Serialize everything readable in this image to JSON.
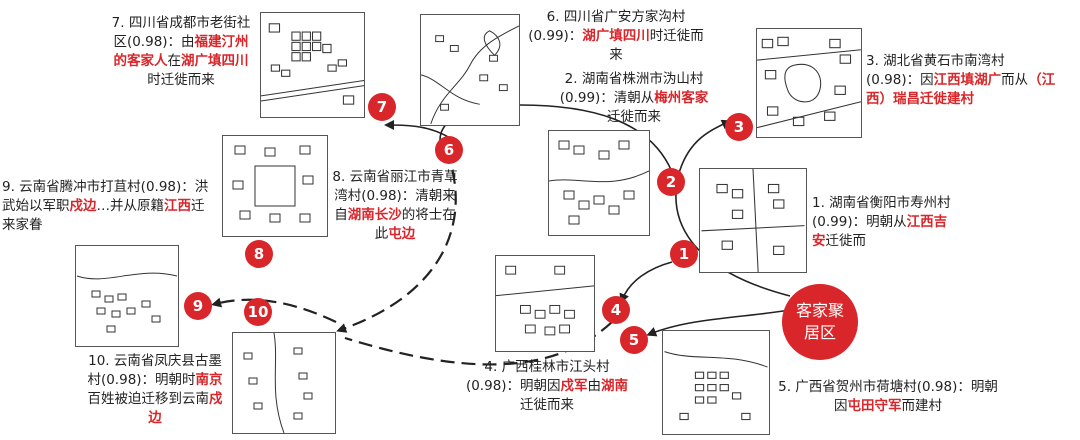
{
  "hub_label": "客家聚居区",
  "colors": {
    "accent": "#d9262a",
    "line": "#222222"
  },
  "badges": [
    "1",
    "2",
    "3",
    "4",
    "5",
    "6",
    "7",
    "8",
    "9",
    "10"
  ],
  "entries": {
    "e1": [
      {
        "t": "1. 湖南省衡阳市寿州村(0.99)："
      },
      {
        "t": "明朝从"
      },
      {
        "t": "江西吉安",
        "r": true
      },
      {
        "t": "迁徙而"
      }
    ],
    "e2": [
      {
        "t": "2. 湖南省株洲市沩山村(0.99)：清朝从"
      },
      {
        "t": "梅州客家",
        "r": true
      },
      {
        "t": "迁徙而来"
      }
    ],
    "e3": [
      {
        "t": "3. 湖北省黄石市南湾村(0.98)：因"
      },
      {
        "t": "江西填湖广",
        "r": true
      },
      {
        "t": "而从"
      },
      {
        "t": "（江西）瑞昌迁徙建村",
        "r": true
      }
    ],
    "e4": [
      {
        "t": "4. 广西桂林市江头村(0.98)：明朝因"
      },
      {
        "t": "戍军",
        "r": true
      },
      {
        "t": "由"
      },
      {
        "t": "湖南",
        "r": true
      },
      {
        "t": "迁徙而来"
      }
    ],
    "e5": [
      {
        "t": "5. 广西省贺州市荷塘村(0.98)：明朝因"
      },
      {
        "t": "屯田守军",
        "r": true
      },
      {
        "t": "而建村"
      }
    ],
    "e6": [
      {
        "t": "6. 四川省广安方家沟村(0.99)："
      },
      {
        "t": "湖广填四川",
        "r": true
      },
      {
        "t": "时迁徙而来"
      }
    ],
    "e7": [
      {
        "t": "7. 四川省成都市老街社区(0.98)：由"
      },
      {
        "t": "福建汀州的客家人",
        "r": true
      },
      {
        "t": "在"
      },
      {
        "t": "湖广填四川",
        "r": true
      },
      {
        "t": "时迁徙而来"
      }
    ],
    "e8": [
      {
        "t": "8. 云南省丽江市青草湾村(0.98)：清朝来自"
      },
      {
        "t": "湖南长沙",
        "r": true
      },
      {
        "t": "的将士在此"
      },
      {
        "t": "屯边",
        "r": true
      }
    ],
    "e9": [
      {
        "t": "9. 云南省腾冲市打苴村(0.98)：洪武始以军职"
      },
      {
        "t": "戍边",
        "r": true
      },
      {
        "t": "…并从原籍"
      },
      {
        "t": "江西",
        "r": true
      },
      {
        "t": "迁来家眷"
      }
    ],
    "e10": [
      {
        "t": "10. 云南省凤庆县古墨村(0.98)：明朝时"
      },
      {
        "t": "南京",
        "r": true
      },
      {
        "t": "百姓被迫迁移到云南"
      },
      {
        "t": "戍边",
        "r": true
      }
    ]
  }
}
